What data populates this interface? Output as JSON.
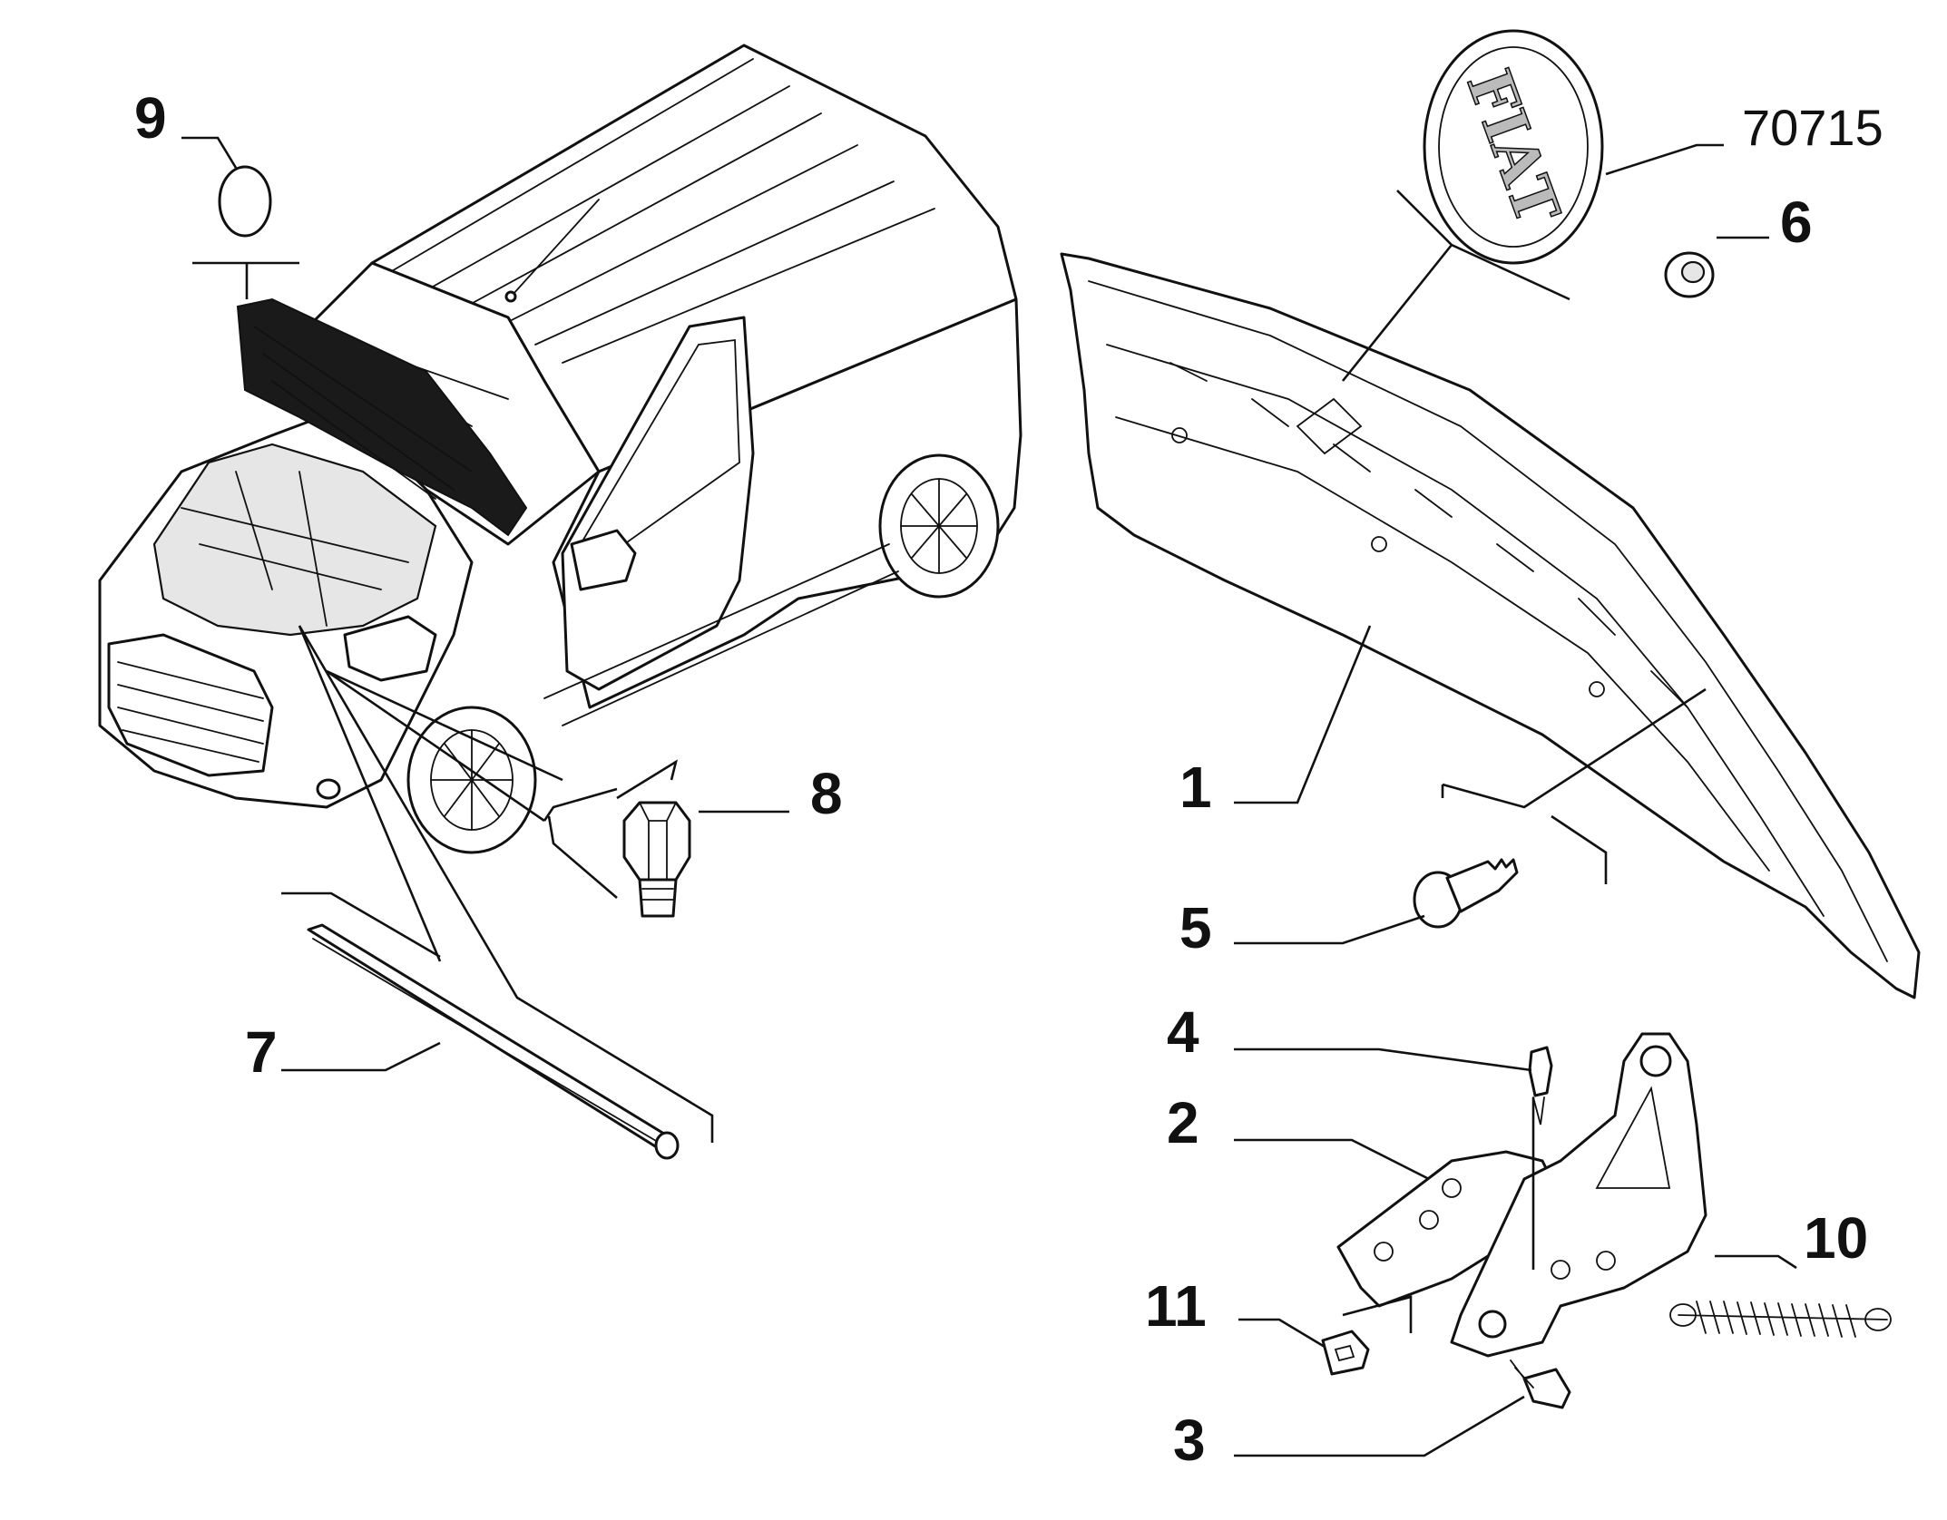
{
  "callouts": {
    "c1": "1",
    "c2": "2",
    "c3": "3",
    "c4": "4",
    "c5": "5",
    "c6": "6",
    "c7": "7",
    "c8": "8",
    "c9": "9",
    "c10": "10",
    "c11": "11",
    "c70715": "70715"
  },
  "emblem_text": "FIAT"
}
